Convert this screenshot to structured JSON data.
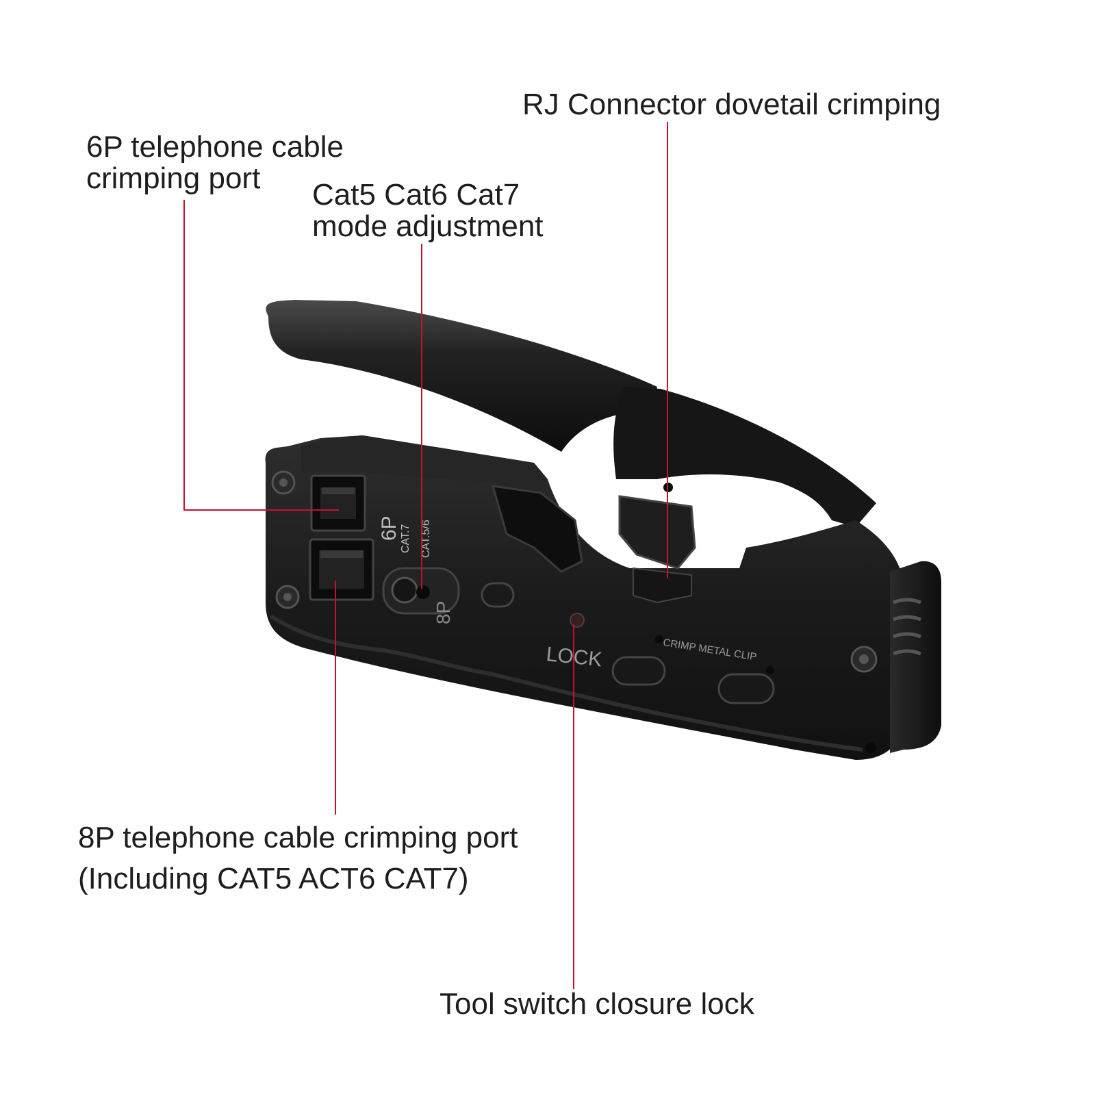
{
  "callouts": {
    "rj_connector": {
      "line1": "RJ Connector dovetail crimping"
    },
    "port_6p": {
      "line1": "6P telephone cable",
      "line2": "crimping port"
    },
    "mode_adjust": {
      "line1": "Cat5 Cat6 Cat7",
      "line2": "mode adjustment"
    },
    "port_8p": {
      "line1": "8P telephone cable crimping port",
      "line2": "(Including CAT5 ACT6 CAT7)"
    },
    "lock": {
      "line1": "Tool switch closure lock"
    }
  },
  "tool_markings": {
    "six_p": "6P",
    "eight_p": "8P",
    "cat7": "CAT.7",
    "cat56": "CAT.5/6",
    "lock": "LOCK",
    "crimp_clip": "CRIMP METAL CLIP"
  },
  "colors": {
    "leader_line": "#c8102e",
    "tool_body": "#1c1c1c",
    "text": "#1e1e1e",
    "background": "#ffffff"
  }
}
